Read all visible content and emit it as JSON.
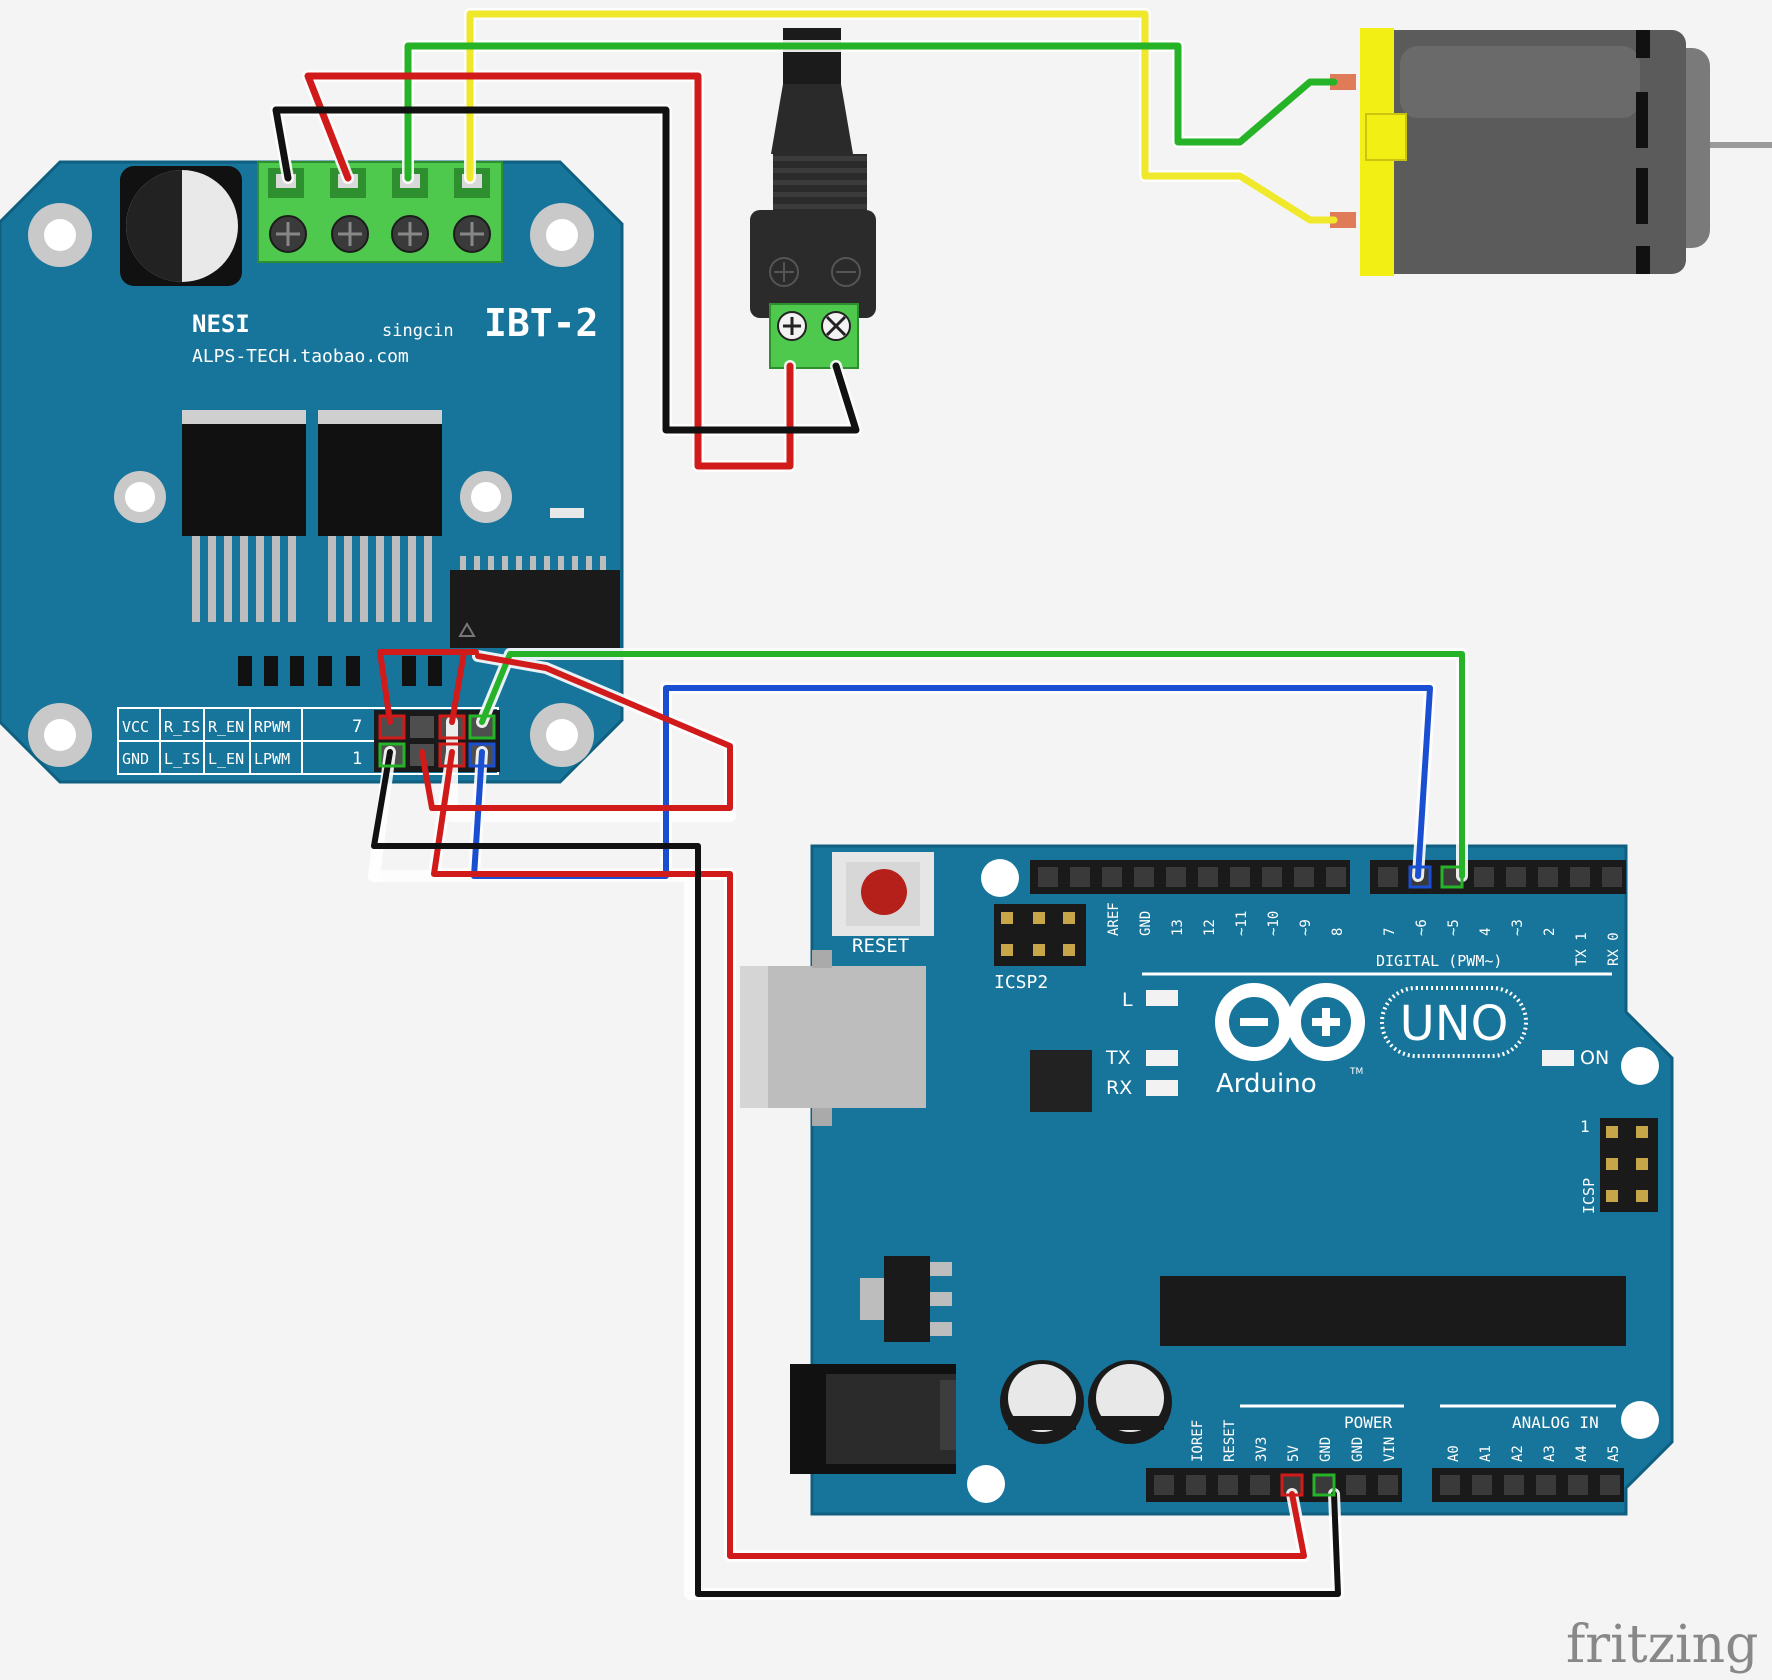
{
  "colors": {
    "background": "#f4f4f4",
    "board": "#17759b",
    "board_dark": "#0f5f80",
    "terminal_green": "#4ec94e",
    "wire_red": "#d11a1a",
    "wire_black": "#111111",
    "wire_green": "#27b327",
    "wire_yellow": "#f0e82a",
    "wire_blue": "#1a4fd1",
    "motor_body": "#5b5b5b",
    "motor_cap": "#f2ef14"
  },
  "ibt2": {
    "brand": "NESI",
    "maker": "singcin",
    "model": "IBT-2",
    "url": "ALPS-TECH.taobao.com",
    "header_labels_top": [
      "VCC",
      "R_IS",
      "R_EN",
      "RPWM"
    ],
    "header_labels_bottom": [
      "GND",
      "L_IS",
      "L_EN",
      "LPWM"
    ],
    "header_num_top": "7",
    "header_num_bottom": "1"
  },
  "arduino": {
    "reset": "RESET",
    "icsp2": "ICSP2",
    "icsp": "ICSP",
    "icsp_pin1": "1",
    "led_l": "L",
    "led_tx": "TX",
    "led_rx": "RX",
    "led_on": "ON",
    "logo": "Arduino",
    "tm": "TM",
    "uno": "UNO",
    "digital_label": "DIGITAL (PWM~)",
    "power_label": "POWER",
    "analog_label": "ANALOG IN",
    "top_pins_left": [
      "AREF",
      "GND",
      "13",
      "12",
      "~11",
      "~10",
      "~9",
      "8"
    ],
    "top_pins_right": [
      "7",
      "~6",
      "~5",
      "4",
      "~3",
      "2",
      "TX 1",
      "RX 0"
    ],
    "power_pins": [
      "IOREF",
      "RESET",
      "3V3",
      "5V",
      "GND",
      "GND",
      "VIN"
    ],
    "analog_pins": [
      "A0",
      "A1",
      "A2",
      "A3",
      "A4",
      "A5"
    ]
  },
  "watermark": "fritzing"
}
